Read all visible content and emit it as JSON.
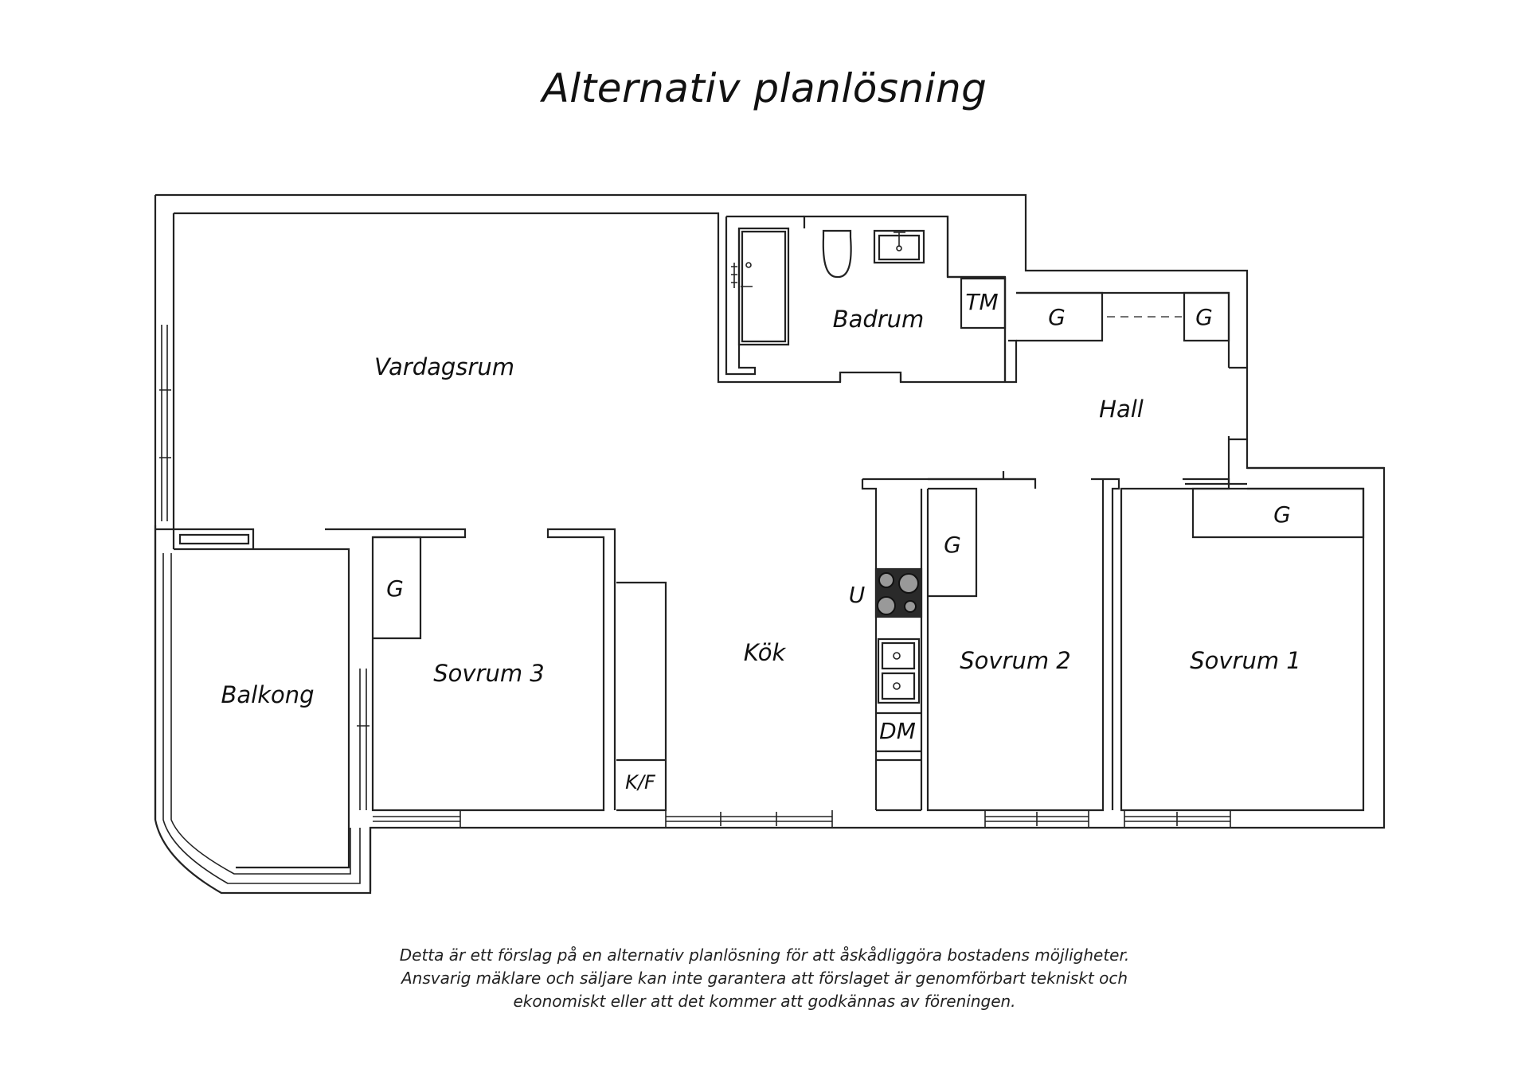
{
  "title": "Alternativ planlösning",
  "rooms": {
    "vardagsrum": "Vardagsrum",
    "badrum": "Badrum",
    "hall": "Hall",
    "kok": "Kök",
    "balkong": "Balkong",
    "sovrum1": "Sovrum 1",
    "sovrum2": "Sovrum 2",
    "sovrum3": "Sovrum 3"
  },
  "fixtures": {
    "tm": "TM",
    "g": "G",
    "u": "U",
    "dm": "DM",
    "kf": "K/F"
  },
  "disclaimer": [
    "Detta är ett förslag på en alternativ planlösning för att åskådliggöra bostadens möjligheter.",
    "Ansvarig mäklare och säljare kan inte garantera att förslaget är genomförbart tekniskt och",
    "ekonomiskt eller att det kommer att godkännas av föreningen."
  ]
}
